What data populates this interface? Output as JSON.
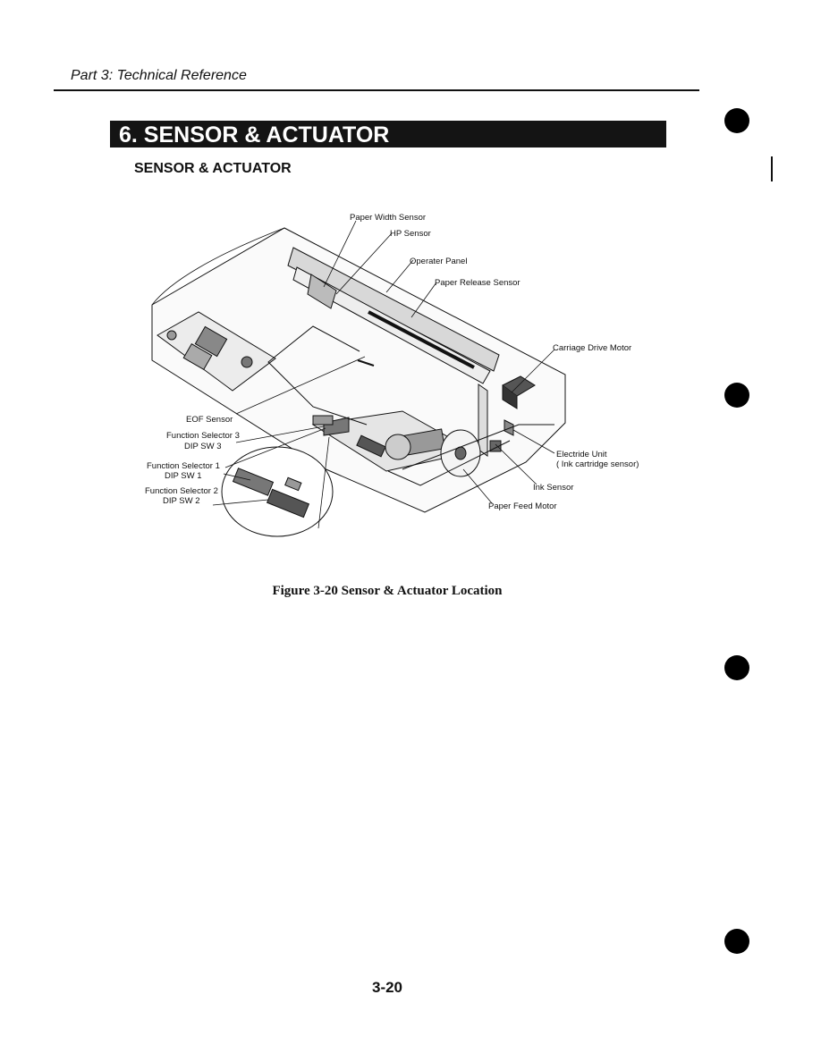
{
  "header": {
    "running_head": "Part 3: Technical Reference"
  },
  "section": {
    "title": "6. SENSOR & ACTUATOR",
    "subheading": "SENSOR & ACTUATOR"
  },
  "figure": {
    "labels": {
      "paper_width_sensor": "Paper Width Sensor",
      "hp_sensor": "HP Sensor",
      "operater_panel": "Operater Panel",
      "paper_release_sensor": "Paper Release Sensor",
      "carriage_drive_motor": "Carriage Drive Motor",
      "eof_sensor": "EOF Sensor",
      "function_selector_3": "Function Selector 3",
      "dip_sw_3": "DIP SW 3",
      "function_selector_1": "Function Selector 1",
      "dip_sw_1": "DIP SW 1",
      "function_selector_2": "Function Selector 2",
      "dip_sw_2": "DIP SW 2",
      "electride_unit": "Electride Unit",
      "ink_cartridge_sensor": "( Ink cartridge sensor)",
      "ink_sensor": "Ink Sensor",
      "paper_feed_motor": "Paper Feed Motor"
    },
    "caption": "Figure  3-20 Sensor & Actuator Location"
  },
  "footer": {
    "page_number": "3-20"
  }
}
